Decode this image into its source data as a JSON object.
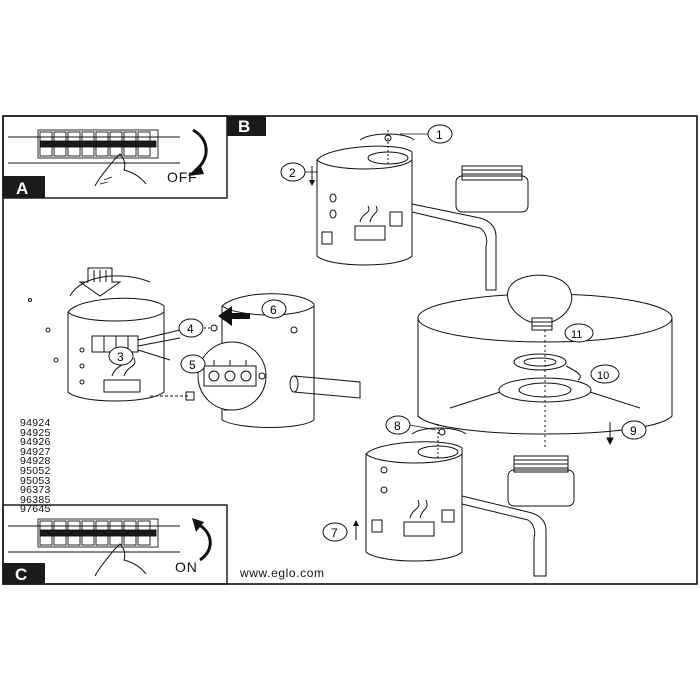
{
  "panels": {
    "a": {
      "letter": "A",
      "state": "OFF"
    },
    "b": {
      "letter": "B"
    },
    "c": {
      "letter": "C",
      "state": "ON"
    }
  },
  "steps": [
    "1",
    "2",
    "3",
    "4",
    "5",
    "6",
    "7",
    "8",
    "9",
    "10",
    "11"
  ],
  "part_numbers": [
    "94924",
    "94925",
    "94926",
    "94927",
    "94928",
    "95052",
    "95053",
    "96373",
    "96385",
    "97645"
  ],
  "website": "www.eglo.com",
  "colors": {
    "ink": "#111111",
    "panel_fill": "#1a1a1a",
    "paper": "#ffffff"
  }
}
